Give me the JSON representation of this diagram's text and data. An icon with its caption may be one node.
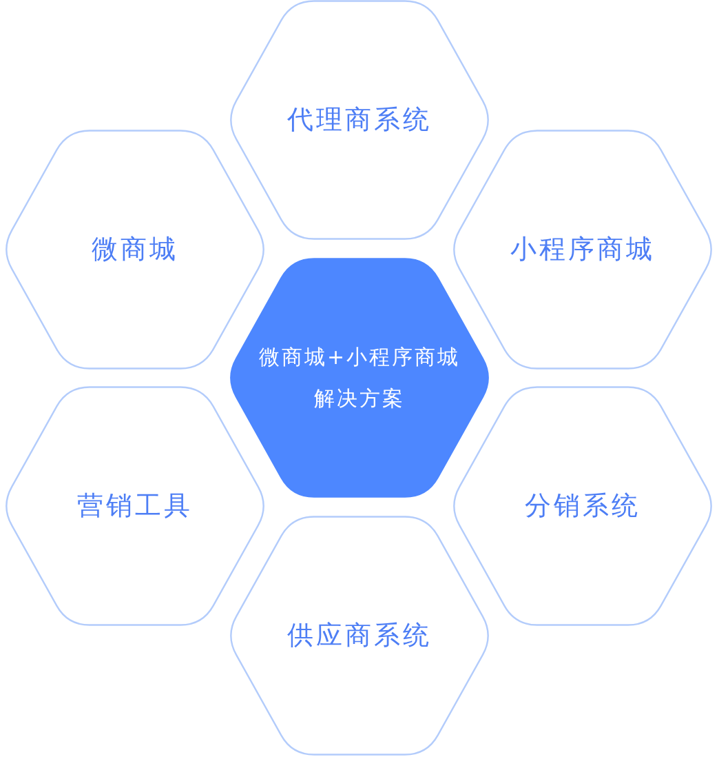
{
  "diagram": {
    "nodes": [
      {
        "text": [
          "代理商系统"
        ]
      },
      {
        "text": [
          "微商城"
        ]
      },
      {
        "text": [
          "小程序商城"
        ]
      },
      {
        "text": [
          "微商城+小程序商城解决方案"
        ]
      },
      {
        "text": [
          "营销工具"
        ]
      },
      {
        "text": [
          "分销系统"
        ]
      },
      {
        "text": [
          "供应商系统"
        ]
      }
    ]
  }
}
